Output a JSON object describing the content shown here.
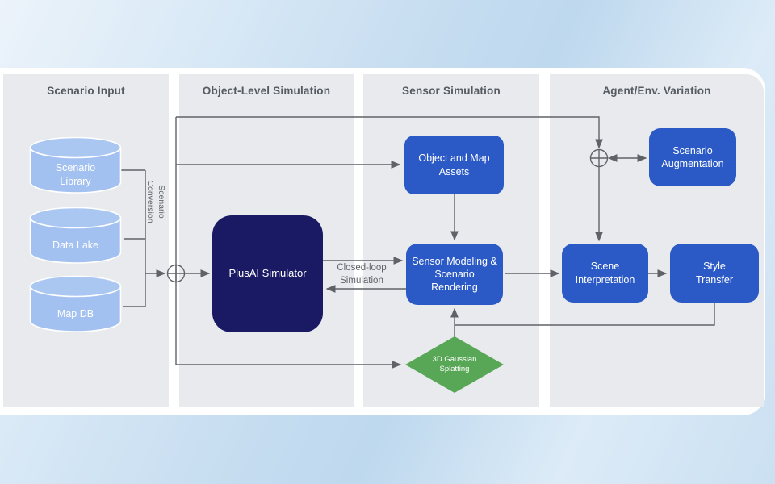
{
  "colors": {
    "panel_bg": "#e8eaed",
    "card_bg": "#ffffff",
    "node_blue": "#2b5ac6",
    "node_navy": "#1a1a64",
    "node_green": "#58a757",
    "cylinder_blue": "#a3c1f0",
    "connector_gray": "#5f6368",
    "header_text": "#555b62",
    "node_text": "#ffffff"
  },
  "columns": [
    {
      "title": "Scenario Input"
    },
    {
      "title": "Object-Level Simulation"
    },
    {
      "title": "Sensor Simulation"
    },
    {
      "title": "Agent/Env. Variation"
    }
  ],
  "nodes": {
    "scenario_library": {
      "label": "Scenario Library",
      "shape": "cylinder"
    },
    "data_lake": {
      "label": "Data Lake",
      "shape": "cylinder"
    },
    "map_db": {
      "label": "Map DB",
      "shape": "cylinder"
    },
    "plusai_simulator": {
      "label": "PlusAI Simulator",
      "shape": "rounded-box"
    },
    "object_map_assets": {
      "label": "Object and Map Assets",
      "shape": "rounded-box"
    },
    "sensor_modeling": {
      "label": "Sensor Modeling & Scenario Rendering",
      "shape": "rounded-box"
    },
    "gaussian_splatting": {
      "label": "3D Gaussian Splatting",
      "shape": "diamond"
    },
    "scene_interpretation": {
      "label": "Scene Interpretation",
      "shape": "rounded-box"
    },
    "style_transfer": {
      "label": "Style Transfer",
      "shape": "rounded-box"
    },
    "scenario_augmentation": {
      "label": "Scenario Augmentation",
      "shape": "rounded-box"
    }
  },
  "edge_labels": {
    "scenario_conversion": "Scenario Conversion",
    "closed_loop": "Closed-loop Simulation"
  }
}
